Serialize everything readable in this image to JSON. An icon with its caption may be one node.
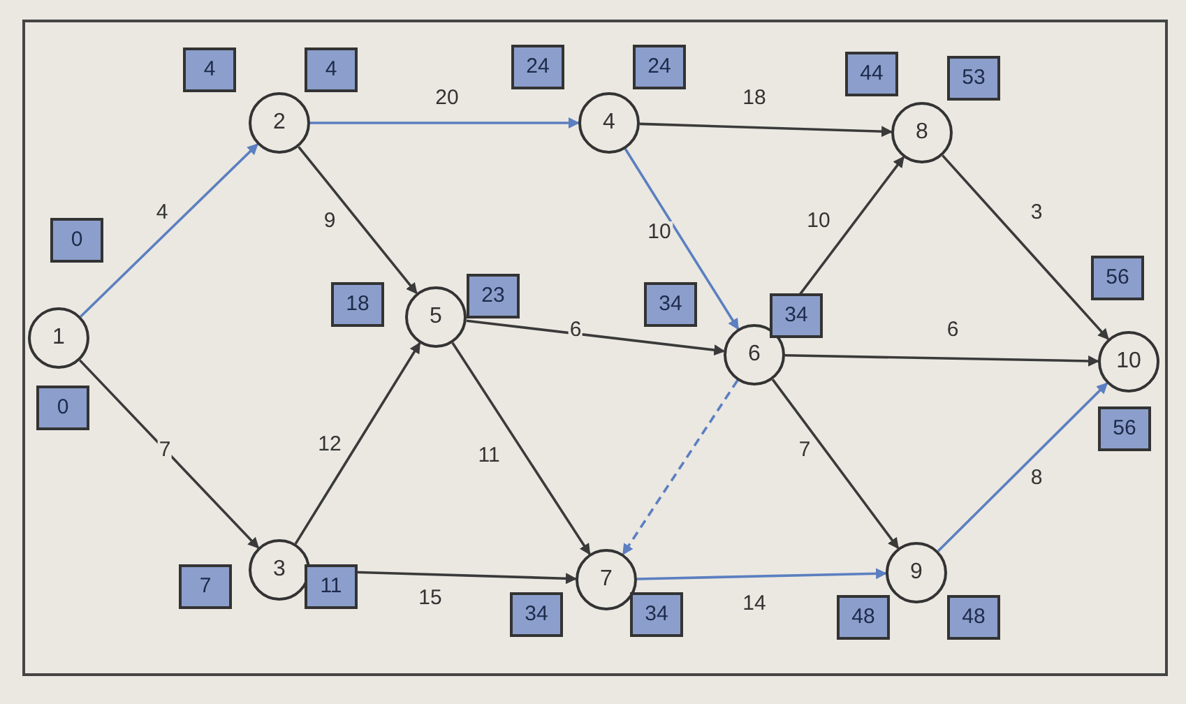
{
  "diagram": {
    "nodes": [
      {
        "text": [
          "1"
        ],
        "beside": [
          "0",
          "0"
        ]
      },
      {
        "text": [
          "2"
        ],
        "beside": [
          "4",
          "4"
        ]
      },
      {
        "text": [
          "3"
        ],
        "beside": [
          "7",
          "11"
        ]
      },
      {
        "text": [
          "4"
        ],
        "beside": [
          "24",
          "24"
        ]
      },
      {
        "text": [
          "5"
        ],
        "beside": [
          "18",
          "23"
        ]
      },
      {
        "text": [
          "6"
        ],
        "beside": [
          "34",
          "34"
        ]
      },
      {
        "text": [
          "7"
        ],
        "beside": [
          "34",
          "34"
        ]
      },
      {
        "text": [
          "8"
        ],
        "beside": [
          "44",
          "53"
        ]
      },
      {
        "text": [
          "9"
        ],
        "beside": [
          "48",
          "48"
        ]
      },
      {
        "text": [
          "10"
        ],
        "beside": [
          "56",
          "56"
        ]
      }
    ],
    "edges": [
      {
        "from": 0,
        "to": 1,
        "arrow": "to",
        "label": "4",
        "color": "#5b7fc0"
      },
      {
        "from": 0,
        "to": 2,
        "arrow": "to",
        "label": "7"
      },
      {
        "from": 1,
        "to": 3,
        "arrow": "to",
        "label": "20",
        "color": "#5b7fc0"
      },
      {
        "from": 1,
        "to": 4,
        "arrow": "to",
        "label": "9"
      },
      {
        "from": 2,
        "to": 4,
        "arrow": "to",
        "label": "12"
      },
      {
        "from": 2,
        "to": 6,
        "arrow": "to",
        "label": "15"
      },
      {
        "from": 3,
        "to": 7,
        "arrow": "to",
        "label": "18"
      },
      {
        "from": 3,
        "to": 5,
        "arrow": "to",
        "label": "10",
        "color": "#5b7fc0"
      },
      {
        "from": 4,
        "to": 5,
        "arrow": "to",
        "label": "6"
      },
      {
        "from": 4,
        "to": 6,
        "arrow": "to",
        "label": "11"
      },
      {
        "from": 5,
        "to": 7,
        "arrow": "to",
        "label": "10"
      },
      {
        "from": 5,
        "to": 9,
        "arrow": "to",
        "label": "6"
      },
      {
        "from": 5,
        "to": 6,
        "arrow": "to",
        "style": "dashed",
        "color": "#5b7fc0"
      },
      {
        "from": 5,
        "to": 8,
        "arrow": "to",
        "label": "7"
      },
      {
        "from": 6,
        "to": 8,
        "arrow": "to",
        "label": "14",
        "color": "#5b7fc0"
      },
      {
        "from": 7,
        "to": 9,
        "arrow": "to",
        "label": "3"
      },
      {
        "from": 8,
        "to": 9,
        "arrow": "to",
        "label": "8",
        "color": "#5b7fc0"
      }
    ]
  }
}
